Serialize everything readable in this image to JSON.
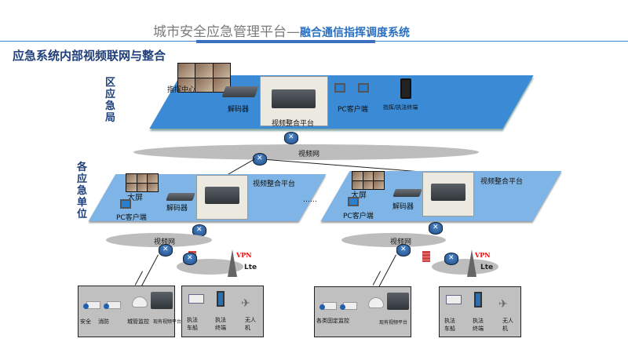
{
  "header": {
    "title_main": "城市安全应急管理平台—",
    "title_sub": "融合通信指挥调度系统"
  },
  "subtitle": "应急系统内部视频联网与整合",
  "top_level": {
    "label": "区应急局",
    "command_center": "指挥中心",
    "decoder": "解码器",
    "pc_client": "PC客户端",
    "terminal": "指挥/执法终端",
    "platform": "视频整合平台"
  },
  "video_net": "视频网",
  "units": {
    "label": "各应急单位",
    "big_screen": "大屏",
    "pc_client": "PC客户端",
    "decoder": "解码器",
    "platform": "视频整合平台",
    "ellipsis": "……",
    "video_net": "视频网",
    "vpn": "VPN",
    "lte": "Lte"
  },
  "left_fixed": [
    "安全",
    "消防",
    "城管监控",
    "现有视频平台"
  ],
  "mobile": [
    "执法车船",
    "执法终端",
    "无人机"
  ],
  "right_fixed": [
    "各类固定监控",
    "现有视频平台"
  ]
}
